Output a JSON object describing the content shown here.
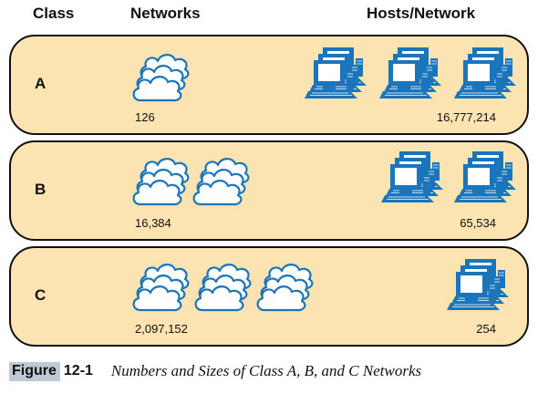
{
  "headers": {
    "class": "Class",
    "networks": "Networks",
    "hosts": "Hosts/Network"
  },
  "rows": [
    {
      "class": "A",
      "networks": "126",
      "hosts": "16,777,214",
      "cloud_stacks": 1,
      "computer_stacks": 3
    },
    {
      "class": "B",
      "networks": "16,384",
      "hosts": "65,534",
      "cloud_stacks": 2,
      "computer_stacks": 2
    },
    {
      "class": "C",
      "networks": "2,097,152",
      "hosts": "254",
      "cloud_stacks": 3,
      "computer_stacks": 1
    }
  ],
  "caption": {
    "label": "Figure",
    "number": "12-1",
    "title": "Numbers and Sizes of Class A, B, and C Networks"
  },
  "colors": {
    "panel_fill": "#fbe3b2",
    "computer_blue": "#1b75bb",
    "caption_highlight": "#bfc9d6"
  },
  "icons": {
    "network": "cloud-stack-icon",
    "host": "computer-stack-icon"
  }
}
